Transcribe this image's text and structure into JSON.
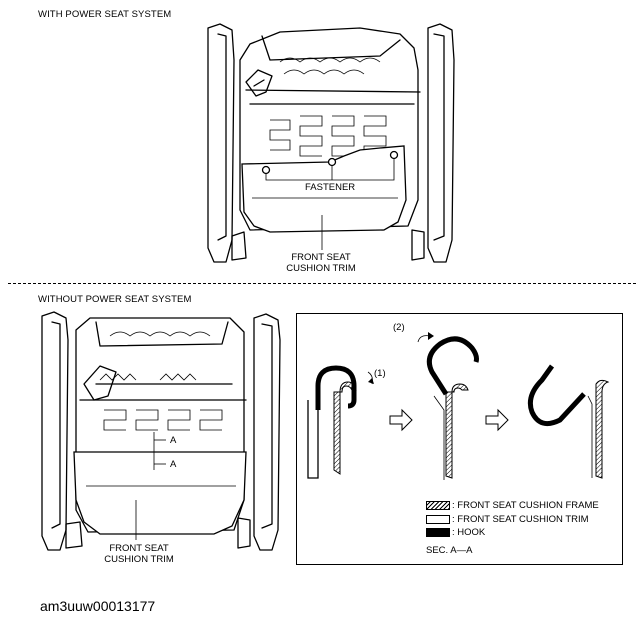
{
  "top_section": {
    "title": "WITH POWER SEAT SYSTEM",
    "fastener_label": "FASTENER",
    "trim_label_line1": "FRONT SEAT",
    "trim_label_line2": "CUSHION TRIM"
  },
  "bottom_section": {
    "title": "WITHOUT POWER SEAT SYSTEM",
    "section_marker": "A",
    "trim_label_line1": "FRONT SEAT",
    "trim_label_line2": "CUSHION TRIM"
  },
  "detail": {
    "step1": "(1)",
    "step2": "(2)",
    "legend": [
      {
        "swatch": "hatch",
        "text": ": FRONT SEAT CUSHION FRAME"
      },
      {
        "swatch": "white",
        "text": ": FRONT SEAT CUSHION TRIM"
      },
      {
        "swatch": "black",
        "text": ": HOOK"
      }
    ],
    "section_caption": "SEC. A—A"
  },
  "figure_id": "am3uuw00013177"
}
